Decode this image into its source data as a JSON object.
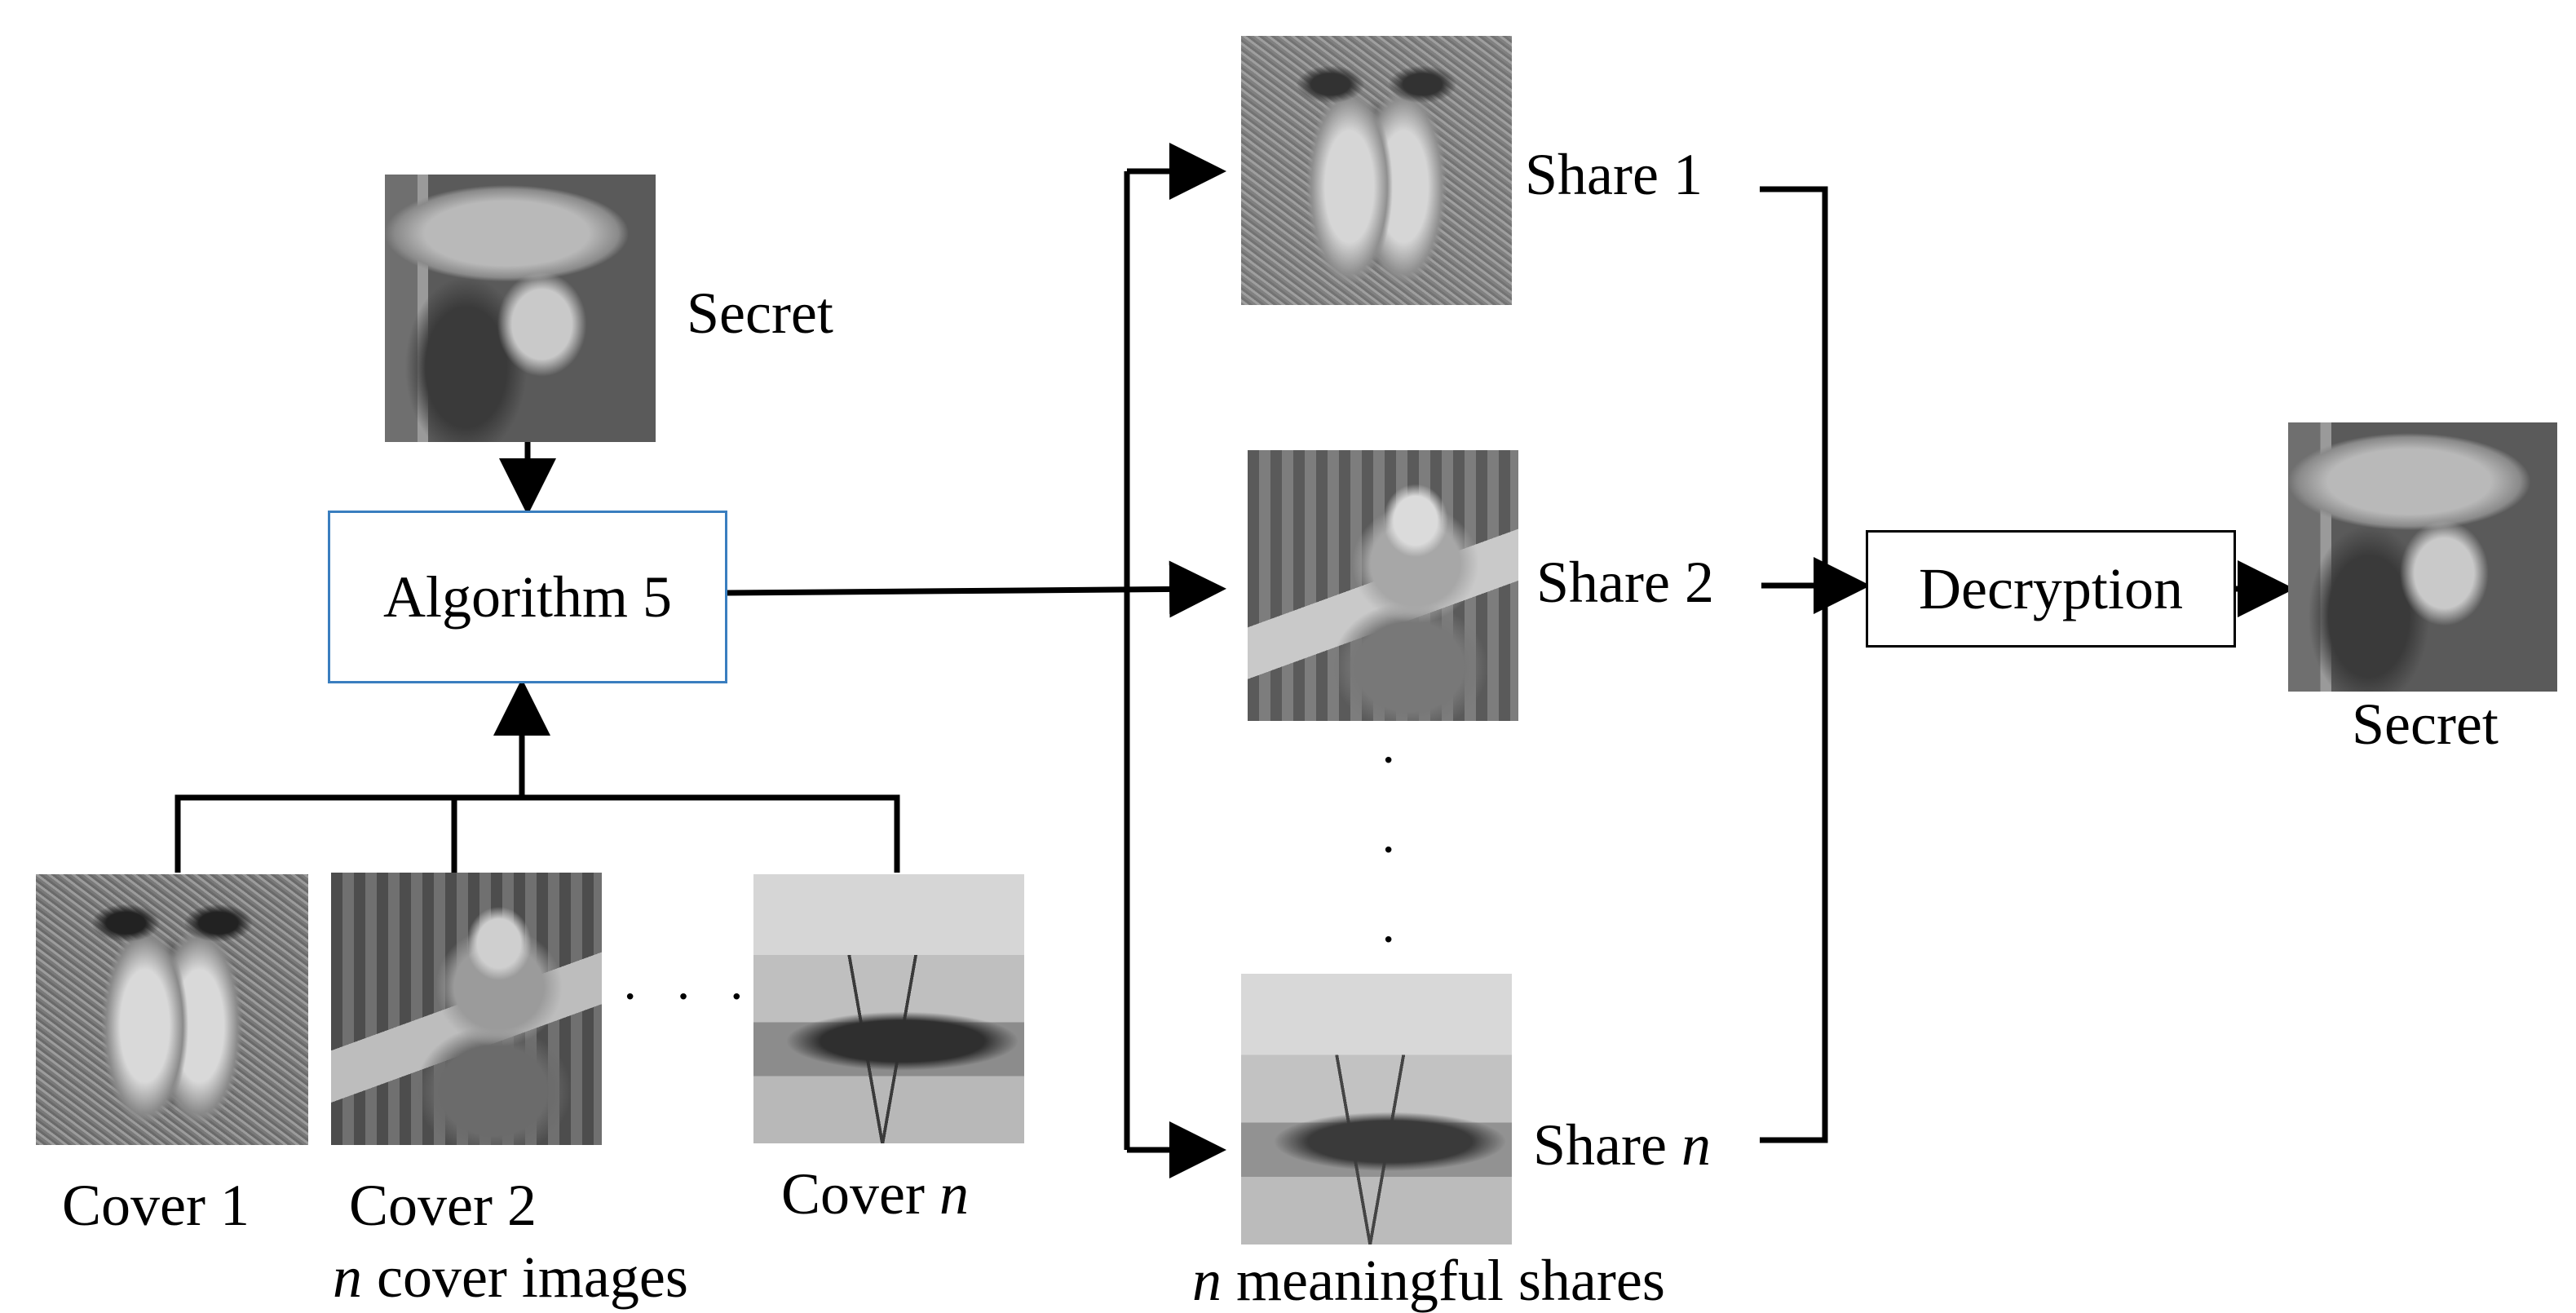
{
  "secret_top_label": "Secret",
  "algorithm_label": "Algorithm 5",
  "covers": [
    {
      "prefix": "Cover ",
      "suffix": "1"
    },
    {
      "prefix": "Cover ",
      "suffix": "2"
    },
    {
      "prefix": "Cover ",
      "suffix": "n"
    }
  ],
  "cover_ellipsis": "· · ·",
  "cover_group_label": {
    "var": "n",
    "text": " cover images"
  },
  "shares": [
    {
      "prefix": "Share ",
      "suffix": "1"
    },
    {
      "prefix": "Share ",
      "suffix": "2"
    },
    {
      "prefix": "Share ",
      "suffix": "n"
    }
  ],
  "share_dots": [
    "·",
    "·",
    "·"
  ],
  "share_group_label": {
    "var": "n",
    "text": " meaningful shares"
  },
  "decryption_label": "Decryption",
  "secret_output_label": "Secret",
  "colors": {
    "line": "#000000",
    "algorithm_border": "#3a7ebf",
    "background": "#ffffff"
  }
}
